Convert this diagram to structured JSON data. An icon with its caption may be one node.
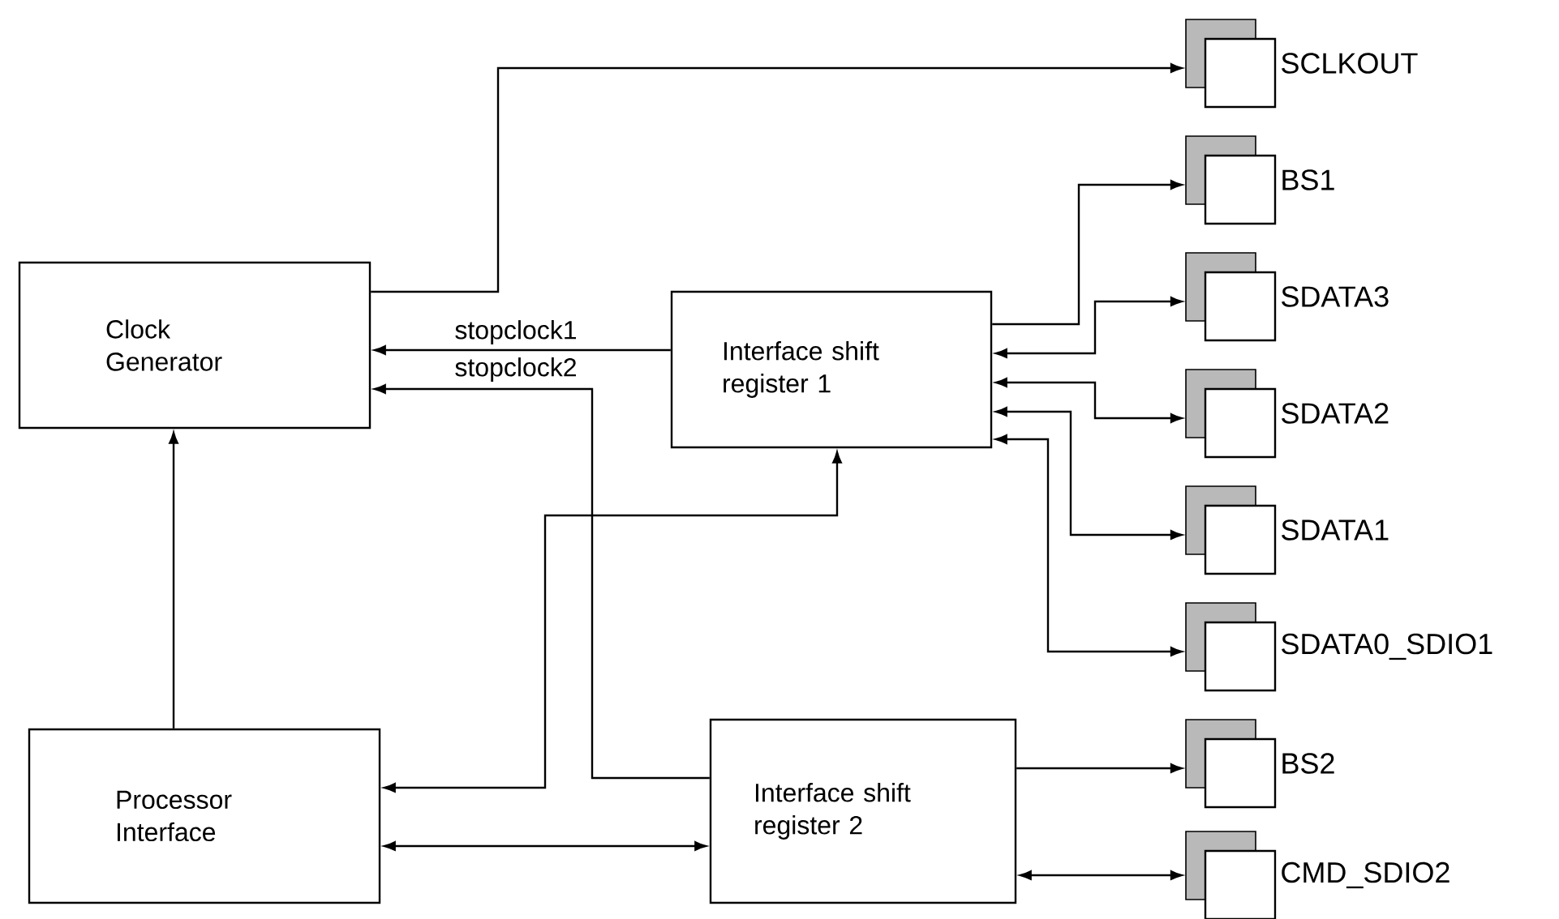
{
  "diagram": {
    "nodes": [
      {
        "text": [
          "Clock Generator"
        ]
      },
      {
        "text": [
          "Interface shift register 1"
        ]
      },
      {
        "text": [
          "Processor Interface"
        ]
      },
      {
        "text": [
          "Interface shift register 2"
        ]
      },
      {
        "text": [
          "SCLKOUT"
        ]
      },
      {
        "text": [
          "BS1"
        ]
      },
      {
        "text": [
          "SDATA3"
        ]
      },
      {
        "text": [
          "SDATA2"
        ]
      },
      {
        "text": [
          "SDATA1"
        ]
      },
      {
        "text": [
          "SDATA0_SDIO1"
        ]
      },
      {
        "text": [
          "BS2"
        ]
      },
      {
        "text": [
          "CMD_SDIO2"
        ]
      }
    ],
    "edges": [
      {
        "from": 0,
        "to": 4,
        "arrow": "to"
      },
      {
        "from": 1,
        "to": 5,
        "arrow": "to"
      },
      {
        "from": 1,
        "to": 6,
        "arrow": "both"
      },
      {
        "from": 1,
        "to": 7,
        "arrow": "both"
      },
      {
        "from": 1,
        "to": 8,
        "arrow": "both"
      },
      {
        "from": 1,
        "to": 9,
        "arrow": "both"
      },
      {
        "from": 1,
        "to": 0,
        "arrow": "to",
        "label": "stopclock1"
      },
      {
        "from": 3,
        "to": 0,
        "arrow": "to",
        "label": "stopclock2"
      },
      {
        "from": 1,
        "to": 2,
        "arrow": "both"
      },
      {
        "from": 2,
        "to": 0,
        "arrow": "to"
      },
      {
        "from": 2,
        "to": 3,
        "arrow": "both"
      },
      {
        "from": 3,
        "to": 10,
        "arrow": "to"
      },
      {
        "from": 3,
        "to": 11,
        "arrow": "both"
      }
    ]
  }
}
